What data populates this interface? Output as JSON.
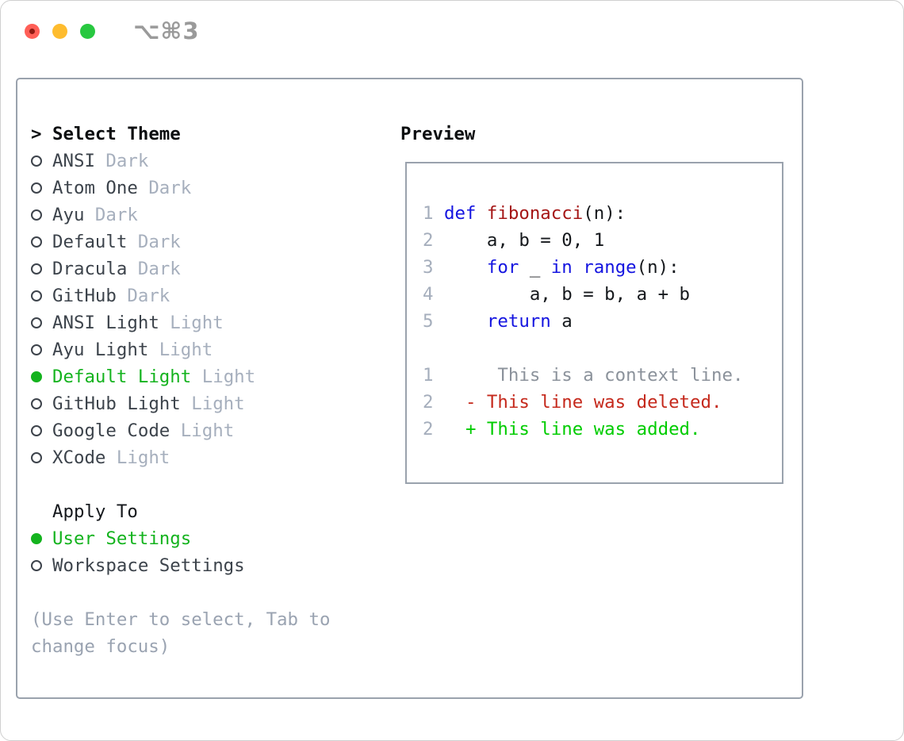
{
  "window": {
    "title": "⌥⌘3",
    "traffic_lights": [
      "close",
      "minimize",
      "zoom"
    ]
  },
  "theme_selector": {
    "header_cursor": ">",
    "header": "Select Theme",
    "items": [
      {
        "name": "ANSI",
        "tag": "Dark",
        "selected": false
      },
      {
        "name": "Atom One",
        "tag": "Dark",
        "selected": false
      },
      {
        "name": "Ayu",
        "tag": "Dark",
        "selected": false
      },
      {
        "name": "Default",
        "tag": "Dark",
        "selected": false
      },
      {
        "name": "Dracula",
        "tag": "Dark",
        "selected": false
      },
      {
        "name": "GitHub",
        "tag": "Dark",
        "selected": false
      },
      {
        "name": "ANSI Light",
        "tag": "Light",
        "selected": false
      },
      {
        "name": "Ayu Light",
        "tag": "Light",
        "selected": false
      },
      {
        "name": "Default Light",
        "tag": "Light",
        "selected": true
      },
      {
        "name": "GitHub Light",
        "tag": "Light",
        "selected": false
      },
      {
        "name": "Google Code",
        "tag": "Light",
        "selected": false
      },
      {
        "name": "XCode",
        "tag": "Light",
        "selected": false
      }
    ],
    "apply_to": {
      "header": "Apply To",
      "options": [
        {
          "name": "User Settings",
          "selected": true
        },
        {
          "name": "Workspace Settings",
          "selected": false
        }
      ]
    },
    "hint": "(Use Enter to select, Tab to change focus)"
  },
  "preview": {
    "header": "Preview",
    "lines": [
      {
        "tokens": [
          {
            "t": "1",
            "c": "lineno"
          },
          {
            "t": " ",
            "c": "plain"
          },
          {
            "t": "def",
            "c": "keyword"
          },
          {
            "t": " ",
            "c": "plain"
          },
          {
            "t": "fibonacci",
            "c": "function"
          },
          {
            "t": "(n):",
            "c": "plain"
          }
        ]
      },
      {
        "tokens": [
          {
            "t": "2",
            "c": "lineno"
          },
          {
            "t": "     ",
            "c": "plain"
          },
          {
            "t": "a, b = 0, 1",
            "c": "plain"
          }
        ]
      },
      {
        "tokens": [
          {
            "t": "3",
            "c": "lineno"
          },
          {
            "t": "     ",
            "c": "plain"
          },
          {
            "t": "for",
            "c": "keyword"
          },
          {
            "t": " _ ",
            "c": "plain"
          },
          {
            "t": "in",
            "c": "keyword"
          },
          {
            "t": " ",
            "c": "plain"
          },
          {
            "t": "range",
            "c": "keyword"
          },
          {
            "t": "(n):",
            "c": "plain"
          }
        ]
      },
      {
        "tokens": [
          {
            "t": "4",
            "c": "lineno"
          },
          {
            "t": "         ",
            "c": "plain"
          },
          {
            "t": "a, b = b, a + b",
            "c": "plain"
          }
        ]
      },
      {
        "tokens": [
          {
            "t": "5",
            "c": "lineno"
          },
          {
            "t": "     ",
            "c": "plain"
          },
          {
            "t": "return",
            "c": "keyword"
          },
          {
            "t": " a",
            "c": "plain"
          }
        ]
      },
      {
        "tokens": []
      },
      {
        "tokens": [
          {
            "t": "1",
            "c": "lineno"
          },
          {
            "t": "      ",
            "c": "plain"
          },
          {
            "t": "This is a context line.",
            "c": "context"
          }
        ]
      },
      {
        "tokens": [
          {
            "t": "2",
            "c": "lineno"
          },
          {
            "t": "   ",
            "c": "plain"
          },
          {
            "t": "- This line was deleted.",
            "c": "deleted"
          }
        ]
      },
      {
        "tokens": [
          {
            "t": "2",
            "c": "lineno"
          },
          {
            "t": "   ",
            "c": "plain"
          },
          {
            "t": "+ This line was added.",
            "c": "added"
          }
        ]
      }
    ]
  },
  "colors": {
    "accent_green": "#14b31e",
    "added_green": "#00cc00",
    "deleted_red": "#c5291c",
    "keyword_blue": "#1414e0",
    "function_red": "#a51616",
    "line_number_gray": "#a5aebc",
    "context_gray": "#8b929b",
    "muted_gray": "#a6afbd",
    "hint_gray": "#9aa3b1",
    "text_dark": "#3c434b",
    "code_text": "#15181c",
    "header_black": "#0c0e10",
    "panel_border": "#9aa2ad",
    "traffic_red": "#ff5f57",
    "traffic_yellow": "#febc2e",
    "traffic_green": "#28c840",
    "title_gray": "#9a9a9a"
  }
}
